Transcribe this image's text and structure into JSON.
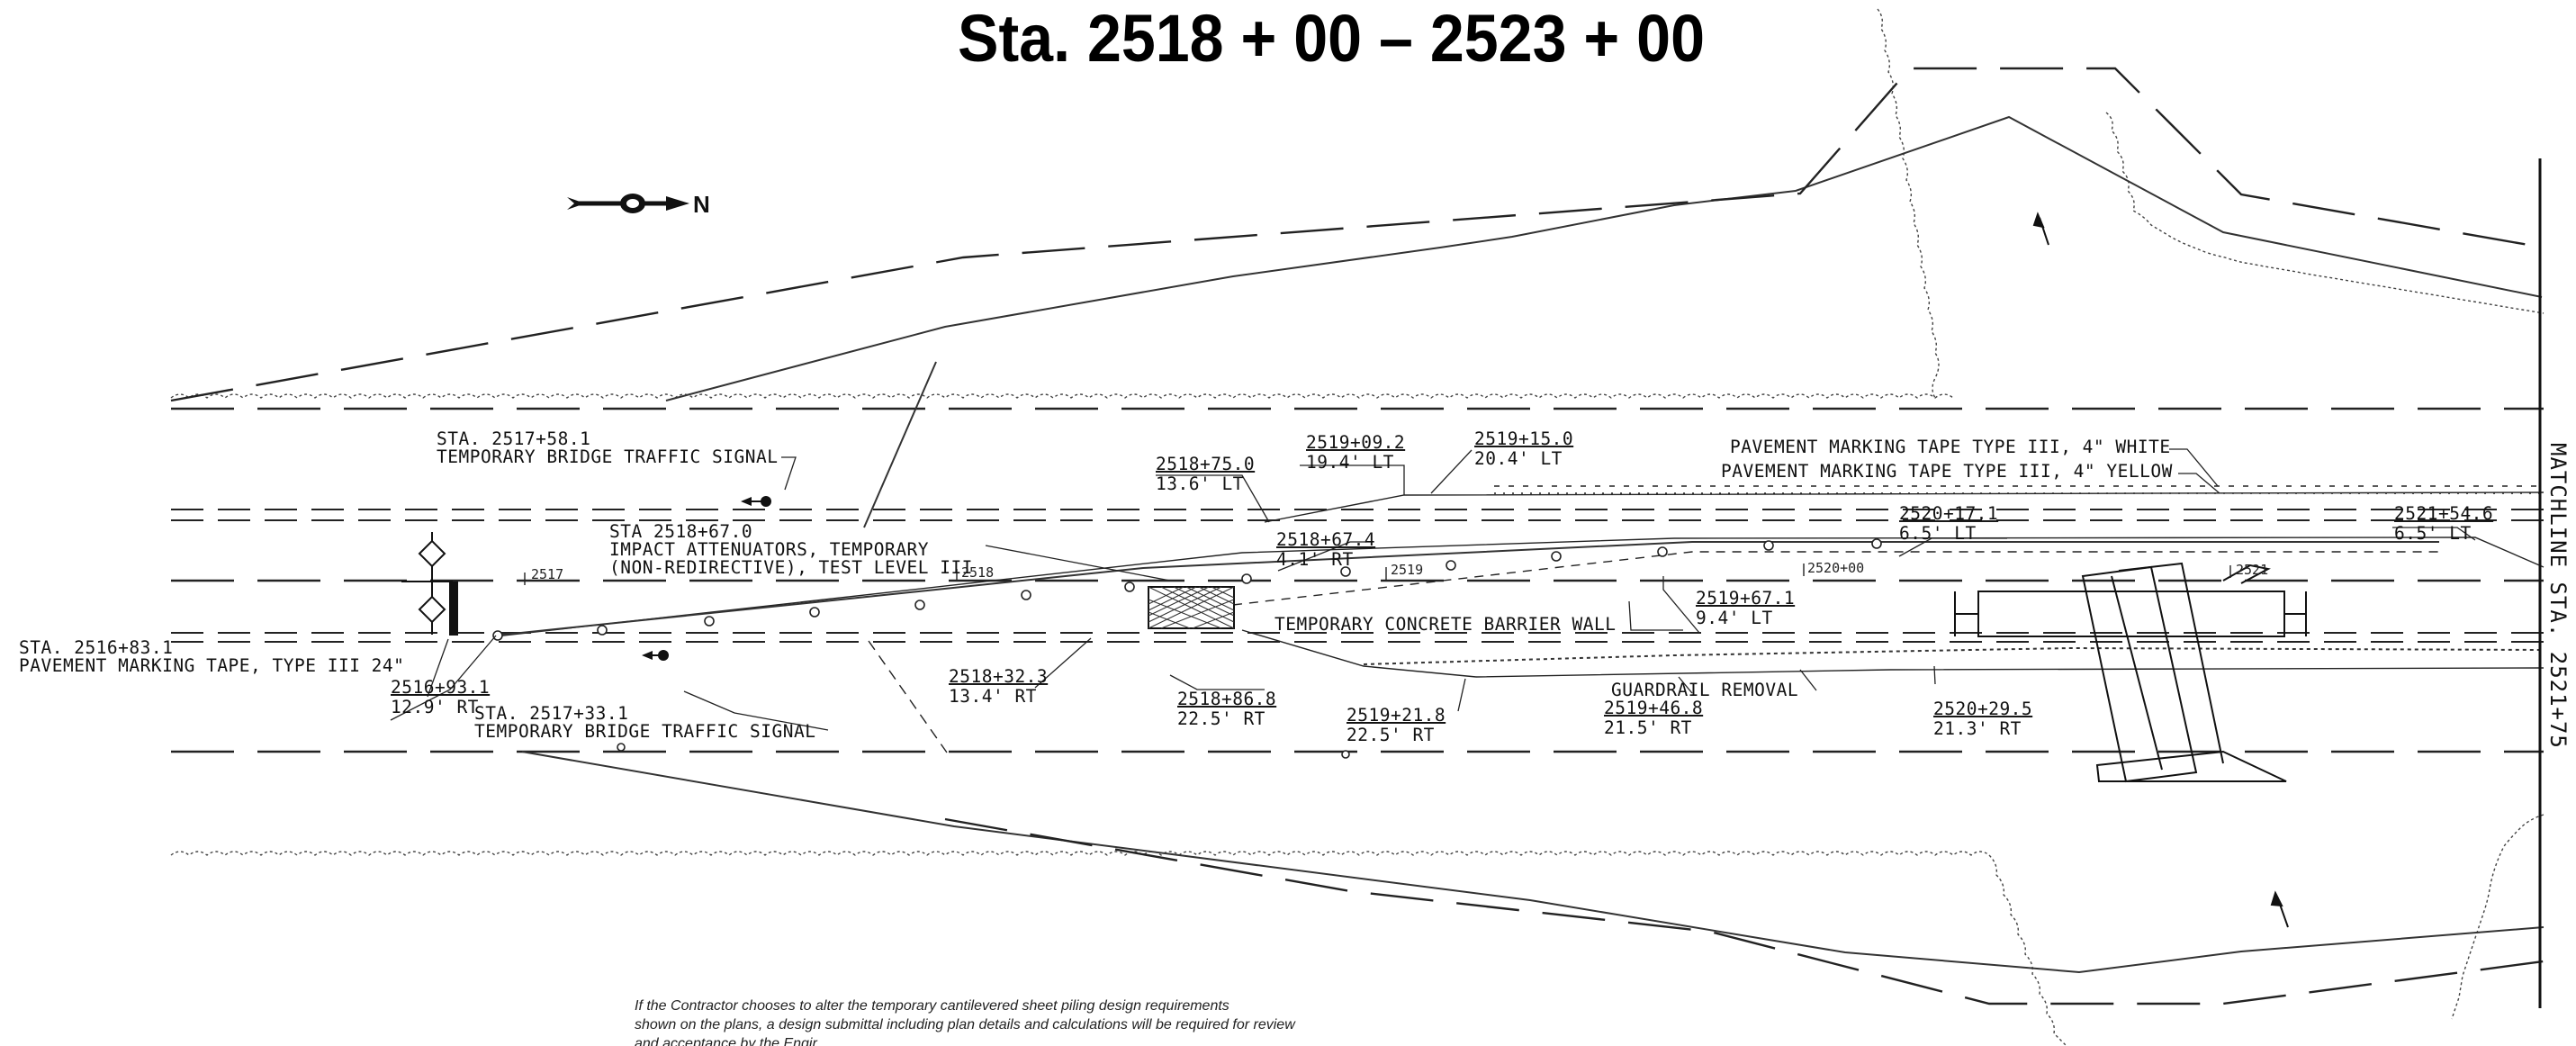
{
  "title": "Sta. 2518 + 00  –  2523 + 00",
  "matchline": "MATCHLINE STA. 2521+75",
  "north_arrow": {
    "icon": "north-arrow-icon",
    "label": "N"
  },
  "callouts": {
    "sta_2517_58": {
      "line1": "STA. 2517+58.1",
      "line2": "TEMPORARY BRIDGE TRAFFIC SIGNAL"
    },
    "sta_2516_83": {
      "line1": "STA. 2516+83.1",
      "line2": "PAVEMENT MARKING TAPE, TYPE III 24\""
    },
    "sta_2516_93": {
      "station": "2516+93.1",
      "offset": "12.9' RT"
    },
    "sta_2517_33": {
      "line1": "STA. 2517+33.1",
      "line2": "TEMPORARY BRIDGE TRAFFIC SIGNAL"
    },
    "sta_2518_67_0": {
      "line1": "STA 2518+67.0",
      "line2": "IMPACT ATTENUATORS, TEMPORARY",
      "line3": "(NON-REDIRECTIVE), TEST LEVEL III"
    },
    "sta_2518_75": {
      "station": "2518+75.0",
      "offset": "13.6' LT"
    },
    "sta_2519_09": {
      "station": "2519+09.2",
      "offset": "19.4' LT"
    },
    "sta_2519_15": {
      "station": "2519+15.0",
      "offset": "20.4' LT"
    },
    "sta_2518_67_4": {
      "station": "2518+67.4",
      "offset": "4.1' RT"
    },
    "sta_2518_32": {
      "station": "2518+32.3",
      "offset": "13.4' RT"
    },
    "sta_2518_86": {
      "station": "2518+86.8",
      "offset": "22.5' RT"
    },
    "sta_2519_21": {
      "station": "2519+21.8",
      "offset": "22.5' RT"
    },
    "sta_2519_46": {
      "station": "2519+46.8",
      "offset": "21.5' RT"
    },
    "sta_2519_67": {
      "station": "2519+67.1",
      "offset": "9.4' LT"
    },
    "sta_2520_17": {
      "station": "2520+17.1",
      "offset": "6.5' LT"
    },
    "sta_2520_29": {
      "station": "2520+29.5",
      "offset": "21.3' RT"
    },
    "sta_2521_54": {
      "station": "2521+54.6",
      "offset": "6.5' LT"
    },
    "barrier_wall": "TEMPORARY CONCRETE BARRIER WALL",
    "guardrail": "GUARDRAIL REMOVAL",
    "tape_white": "PAVEMENT MARKING TAPE TYPE III, 4\" WHITE",
    "tape_yellow": "PAVEMENT MARKING TAPE TYPE III, 4\" YELLOW"
  },
  "stations": [
    "2517",
    "2518",
    "2519",
    "2520+00",
    "2521"
  ],
  "note": {
    "line1": "If the Contractor chooses to alter the temporary cantilevered sheet piling design requirements",
    "line2": "shown on the plans, a design submittal including plan details and calculations will be required for review",
    "line3": "and acceptance by the Engir"
  }
}
